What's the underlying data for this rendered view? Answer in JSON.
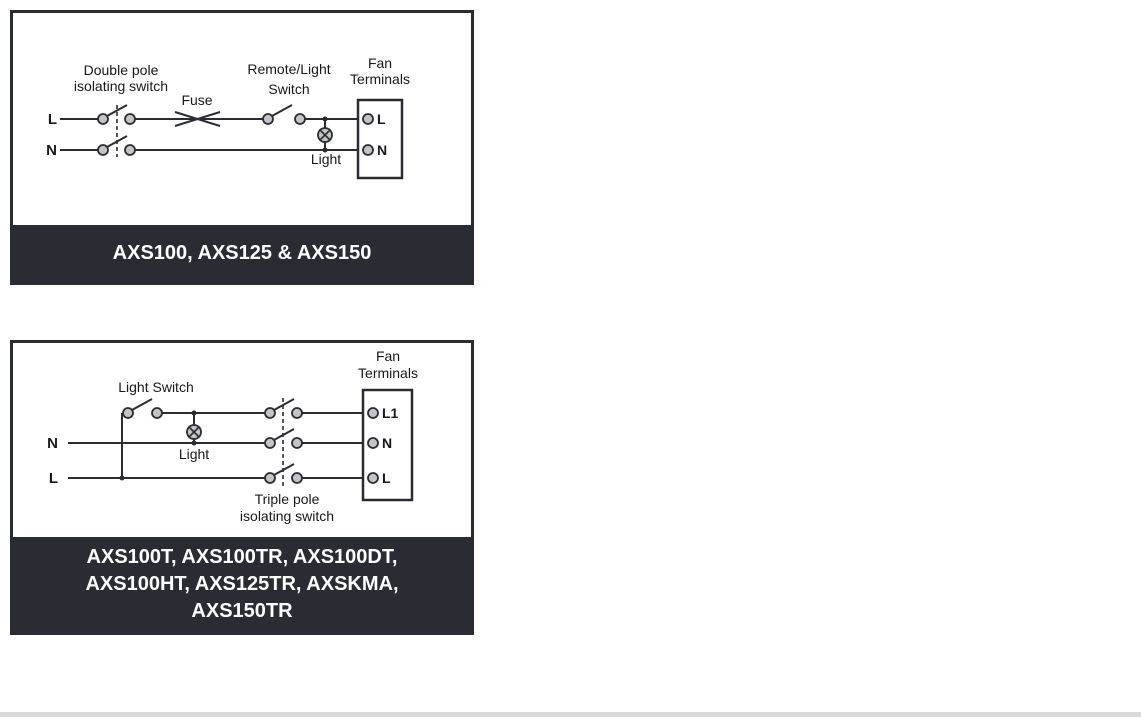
{
  "colors": {
    "line": "#2a2c33",
    "caption_bg": "#2a2c33",
    "caption_text": "#ffffff",
    "terminal_fill": "#c4c4c7"
  },
  "panel1": {
    "caption": "AXS100, AXS125 & AXS150",
    "labels": {
      "l_in": "L",
      "n_in": "N",
      "double_pole_1": "Double pole",
      "double_pole_2": "isolating switch",
      "fuse": "Fuse",
      "remote_1": "Remote/Light",
      "remote_2": "Switch",
      "fan_1": "Fan",
      "fan_2": "Terminals",
      "light": "Light",
      "term_l": "L",
      "term_n": "N"
    }
  },
  "panel2": {
    "caption_lines": [
      "AXS100T, AXS100TR, AXS100DT,",
      "AXS100HT, AXS125TR, AXSKMA,",
      "AXS150TR"
    ],
    "labels": {
      "light_switch": "Light Switch",
      "light": "Light",
      "n_in": "N",
      "l_in": "L",
      "fan_1": "Fan",
      "fan_2": "Terminals",
      "term_l1": "L1",
      "term_n": "N",
      "term_l": "L",
      "triple_1": "Triple pole",
      "triple_2": "isolating switch"
    }
  }
}
